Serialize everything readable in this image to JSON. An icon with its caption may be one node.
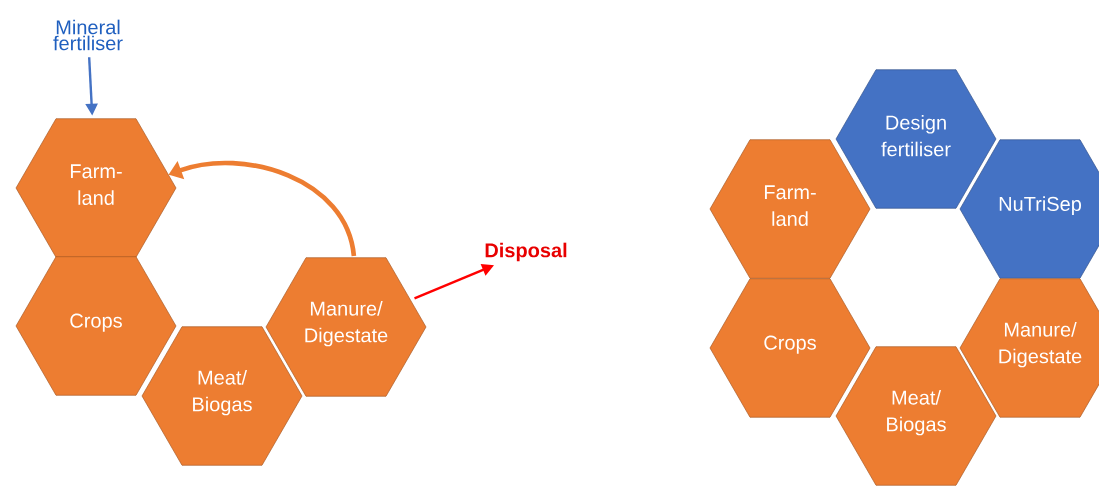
{
  "diagram": {
    "nodes": [
      {
        "text": [
          "Mineral fertiliser"
        ]
      },
      {
        "text": [
          "Farm- land"
        ]
      },
      {
        "text": [
          "Crops"
        ]
      },
      {
        "text": [
          "Meat/ Biogas"
        ]
      },
      {
        "text": [
          "Manure/ Digestate"
        ]
      },
      {
        "text": [
          "Disposal"
        ]
      },
      {
        "text": [
          "Design fertiliser"
        ]
      },
      {
        "text": [
          "Farm- land"
        ]
      },
      {
        "text": [
          "NuTriSep"
        ]
      },
      {
        "text": [
          "Crops"
        ]
      },
      {
        "text": [
          "Manure/ Digestate"
        ]
      },
      {
        "text": [
          "Meat/ Biogas"
        ]
      }
    ],
    "edges": [
      {
        "from": 0,
        "to": 1,
        "arrow": "to",
        "color": "#4472c4"
      },
      {
        "from": 4,
        "to": 1,
        "arrow": "to",
        "style": "thick",
        "color": "#ed7d31"
      },
      {
        "from": 4,
        "to": 5,
        "arrow": "to",
        "color": "#ff0000"
      }
    ]
  }
}
